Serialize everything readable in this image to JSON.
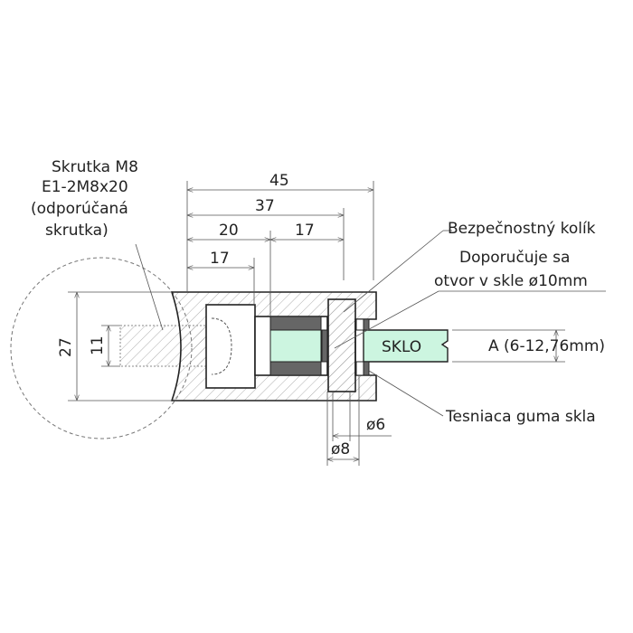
{
  "labels": {
    "screw": [
      "Skrutka M8",
      "E1-2M8x20",
      "(odporúčaná",
      "skrutka)"
    ],
    "pin": "Bezpečnostný kolík",
    "hole": [
      "Doporučuje sa",
      "otvor v skle ø10mm"
    ],
    "gasket": "Tesniaca guma skla",
    "glass": "SKLO",
    "thickness": "A (6-12,76mm)"
  },
  "dimensions": {
    "d45": "45",
    "d37": "37",
    "d20": "20",
    "d17a": "17",
    "d17b": "17",
    "d27": "27",
    "d11": "11",
    "d6": "ø6",
    "d8": "ø8"
  },
  "colors": {
    "glass": "#ccf5e0",
    "rubber": "#666666",
    "line": "#222222"
  }
}
